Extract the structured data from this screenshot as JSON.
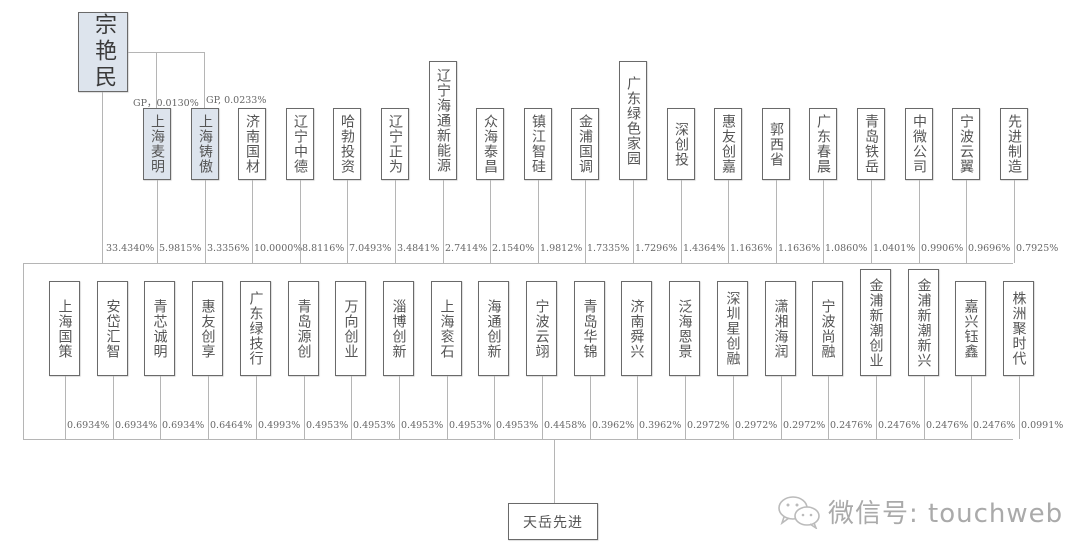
{
  "root": {
    "name": "宗艳民"
  },
  "gp_labels": [
    "GP，0.0130%",
    "GP, 0.0233%"
  ],
  "top_row": [
    {
      "name": "上海麦明",
      "pct": "5.9815%",
      "highlight": true
    },
    {
      "name": "上海铸傲",
      "pct": "3.3356%",
      "highlight": true
    },
    {
      "name": "济南国材",
      "pct": "10.0000%"
    },
    {
      "name": "辽宁中德",
      "pct": "8.8116%"
    },
    {
      "name": "哈勃投资",
      "pct": "7.0493%"
    },
    {
      "name": "辽宁正为",
      "pct": "3.4841%"
    },
    {
      "name": "辽宁海通新能源",
      "pct": "2.7414%"
    },
    {
      "name": "众海泰昌",
      "pct": "2.1540%"
    },
    {
      "name": "镇江智硅",
      "pct": "1.9812%"
    },
    {
      "name": "金浦国调",
      "pct": "1.7335%"
    },
    {
      "name": "广东绿色家园",
      "pct": "1.7296%"
    },
    {
      "name": "深创投",
      "pct": "1.4364%"
    },
    {
      "name": "惠友创嘉",
      "pct": "1.1636%"
    },
    {
      "name": "郭西省",
      "pct": "1.1636%"
    },
    {
      "name": "广东春晨",
      "pct": "1.0860%"
    },
    {
      "name": "青岛铁岳",
      "pct": "1.0401%"
    },
    {
      "name": "中微公司",
      "pct": "0.9906%"
    },
    {
      "name": "宁波云翼",
      "pct": "0.9696%"
    },
    {
      "name": "先进制造",
      "pct": "0.7925%"
    }
  ],
  "root_pct": "33.4340%",
  "bottom_row": [
    {
      "name": "上海国策",
      "pct": "0.6934%"
    },
    {
      "name": "安岱汇智",
      "pct": "0.6934%"
    },
    {
      "name": "青芯诚明",
      "pct": "0.6934%"
    },
    {
      "name": "惠友创享",
      "pct": "0.6464%"
    },
    {
      "name": "广东绿技行",
      "pct": "0.4993%"
    },
    {
      "name": "青岛源创",
      "pct": "0.4953%"
    },
    {
      "name": "万向创业",
      "pct": "0.4953%"
    },
    {
      "name": "淄博创新",
      "pct": "0.4953%"
    },
    {
      "name": "上海衮石",
      "pct": "0.4953%"
    },
    {
      "name": "海通创新",
      "pct": "0.4953%"
    },
    {
      "name": "宁波云翊",
      "pct": "0.4458%"
    },
    {
      "name": "青岛华锦",
      "pct": "0.3962%"
    },
    {
      "name": "济南舜兴",
      "pct": "0.3962%"
    },
    {
      "name": "泛海恩景",
      "pct": "0.2972%"
    },
    {
      "name": "深圳星创融",
      "pct": "0.2972%"
    },
    {
      "name": "潇湘海润",
      "pct": "0.2972%"
    },
    {
      "name": "宁波尚融",
      "pct": "0.2476%"
    },
    {
      "name": "金浦新潮创业",
      "pct": "0.2476%"
    },
    {
      "name": "金浦新潮新兴",
      "pct": "0.2476%"
    },
    {
      "name": "嘉兴钰鑫",
      "pct": "0.2476%"
    },
    {
      "name": "株洲聚时代",
      "pct": "0.0991%"
    }
  ],
  "target": {
    "name": "天岳先进"
  },
  "watermark": {
    "icon": "wechat-icon",
    "text": "微信号: touchweb"
  }
}
